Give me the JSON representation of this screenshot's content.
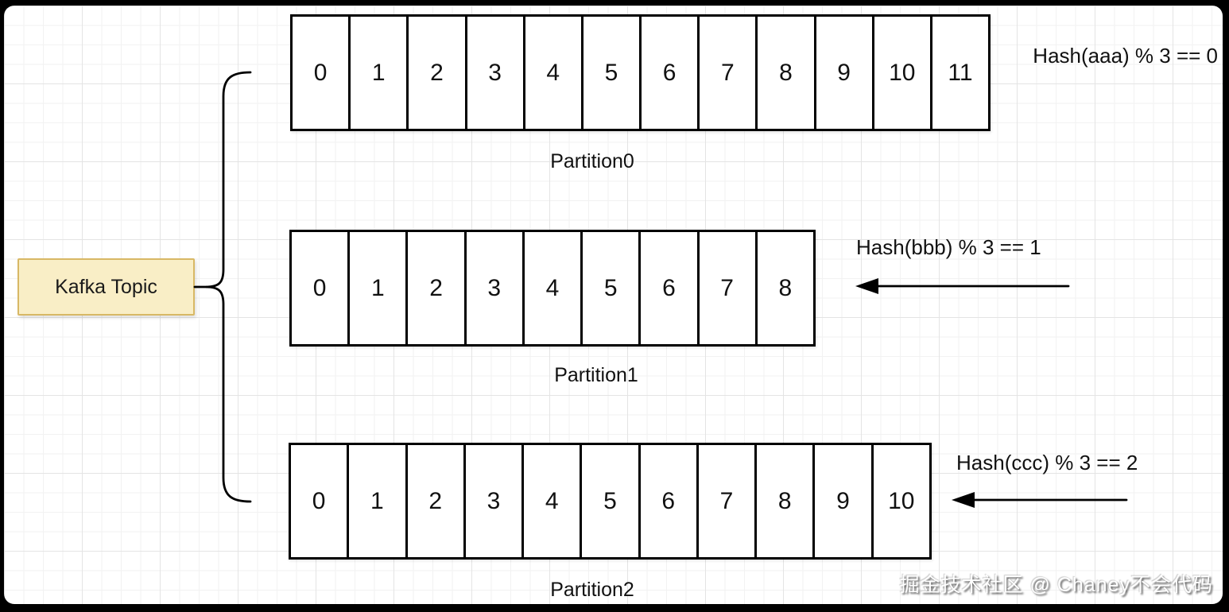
{
  "topic": {
    "label": "Kafka Topic",
    "fill_color": "#f9eec6",
    "border_color": "#d8b865"
  },
  "partitions": [
    {
      "name": "Partition0",
      "cells": [
        "0",
        "1",
        "2",
        "3",
        "4",
        "5",
        "6",
        "7",
        "8",
        "9",
        "10",
        "11"
      ]
    },
    {
      "name": "Partition1",
      "cells": [
        "0",
        "1",
        "2",
        "3",
        "4",
        "5",
        "6",
        "7",
        "8"
      ]
    },
    {
      "name": "Partition2",
      "cells": [
        "0",
        "1",
        "2",
        "3",
        "4",
        "5",
        "6",
        "7",
        "8",
        "9",
        "10"
      ]
    }
  ],
  "annotations": [
    {
      "text": "Hash(aaa) % 3 == 0",
      "arrow": false,
      "target": "Partition0"
    },
    {
      "text": "Hash(bbb) % 3 == 1",
      "arrow": true,
      "target": "Partition1"
    },
    {
      "text": "Hash(ccc) % 3 == 2",
      "arrow": true,
      "target": "Partition2"
    }
  ],
  "watermark": {
    "text": "掘金技术社区 @ Chaney不会代码"
  },
  "colors": {
    "stroke": "#000000",
    "frame_background": "#000000"
  }
}
